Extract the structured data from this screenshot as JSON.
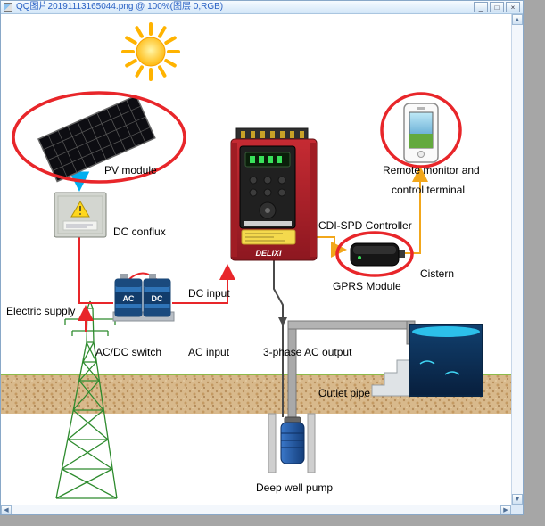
{
  "window": {
    "title": "QQ图片20191113165044.png @ 100%(图层 0,RGB)",
    "controls": {
      "minimize": "_",
      "restore": "□",
      "close": "×"
    },
    "scroll_icons": {
      "up": "▲",
      "down": "▼",
      "left": "◀",
      "right": "▶"
    }
  },
  "diagram": {
    "labels": {
      "pv_module": "PV module",
      "dc_conflux": "DC conflux",
      "electric_supply": "Electric supply",
      "ac_dc_switch": "AC/DC switch",
      "dc_input": "DC input",
      "ac_input": "AC input",
      "three_phase_ac_output": "3-phase AC output",
      "cdi_spd_controller": "CDI-SPD Controller",
      "remote_monitor_line1": "Remote monitor and",
      "remote_monitor_line2": "control terminal",
      "gprs_module": "GPRS Module",
      "cistern": "Cistern",
      "outlet_pipe": "Outlet pipe",
      "deep_well_pump": "Deep well pump"
    },
    "device_text": {
      "switch_ac": "AC",
      "switch_dc": "DC",
      "controller_brand": "DELIXI"
    },
    "colors": {
      "wire_red": "#e8262a",
      "arrow_cyan": "#00aeef",
      "wire_orange": "#f2a71b",
      "highlight_red": "#e8262a"
    }
  }
}
